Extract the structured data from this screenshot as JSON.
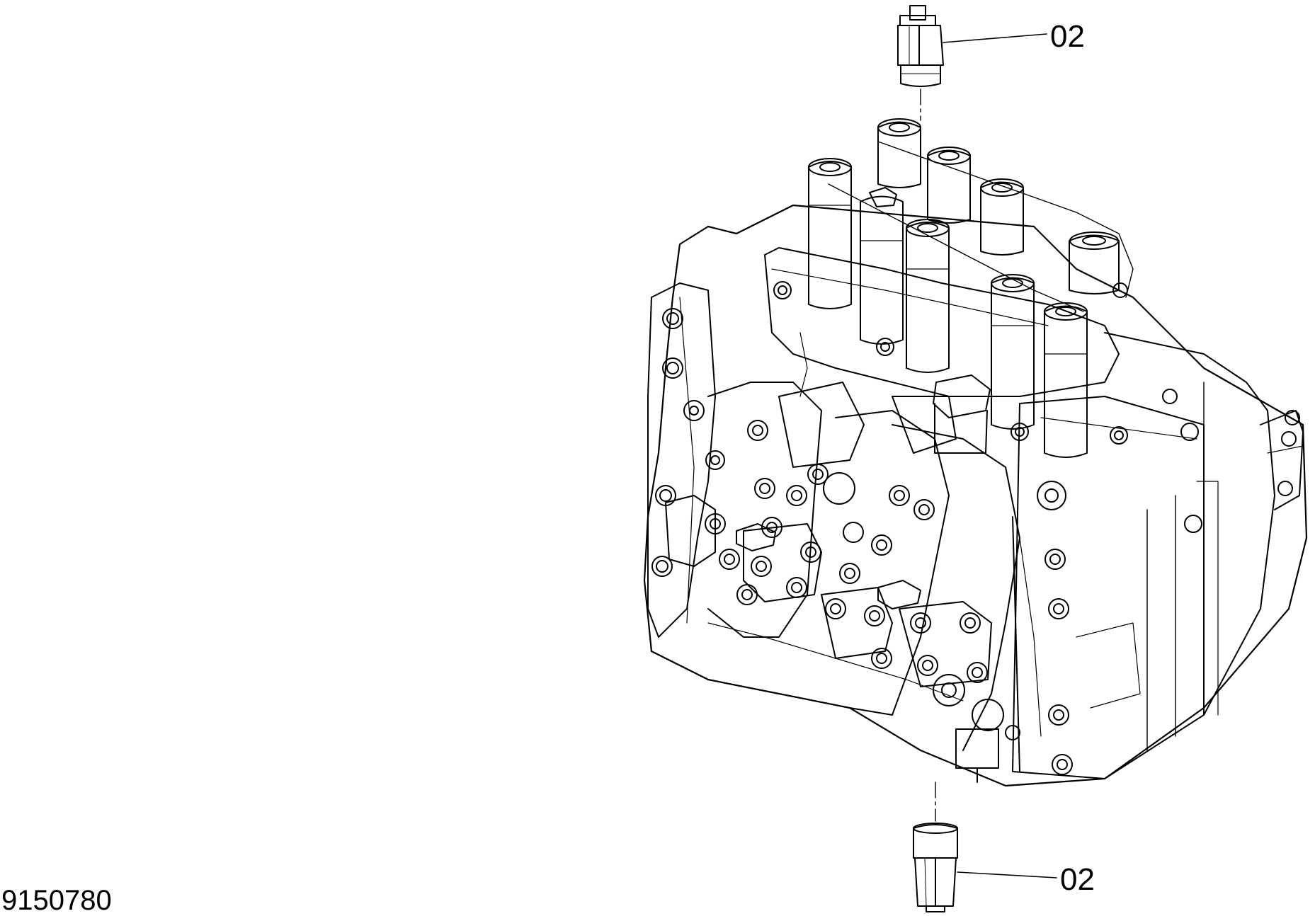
{
  "drawing": {
    "number": "9150780",
    "callouts": [
      {
        "id": "top",
        "label": "02"
      },
      {
        "id": "bottom",
        "label": "02"
      }
    ]
  },
  "colors": {
    "line": "#000000",
    "background": "#ffffff"
  }
}
